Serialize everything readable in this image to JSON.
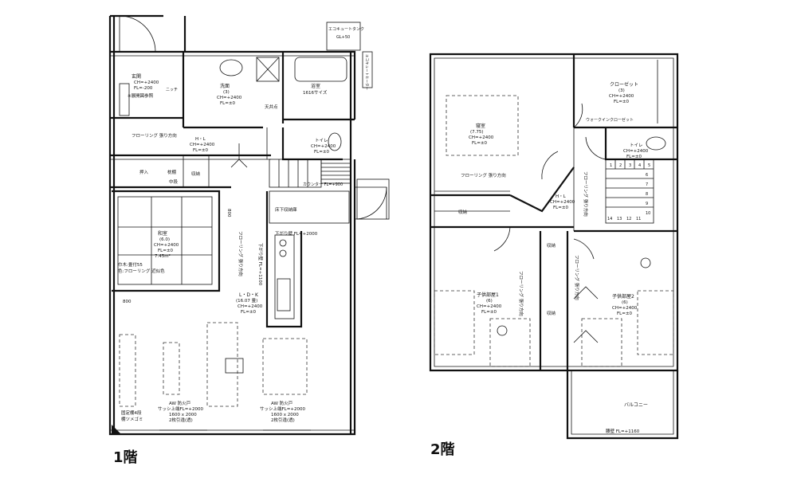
{
  "floor1": {
    "title": "1階",
    "rooms": {
      "entrance": {
        "name": "玄関",
        "l1": "CH=+2400",
        "l2": "FL=-200",
        "l3": "※展開図参照"
      },
      "niche": "ニッチ",
      "washroom": {
        "name": "洗面",
        "l1": "(3)",
        "l2": "CH=+2400",
        "l3": "FL=±0"
      },
      "bathroom": {
        "name": "浴室",
        "l1": "1616サイズ"
      },
      "bath_ceiling": "天井点",
      "hall": {
        "name": "H・L",
        "l1": "CH=+2400",
        "l2": "FL=±0"
      },
      "toilet": {
        "name": "トイレ",
        "l1": "CH=+2400",
        "l2": "FL=±0"
      },
      "flooring_dir": "フローリング 張り方向",
      "storage_top": "収納",
      "oshiire": "押入",
      "makura": "枕棚",
      "nakadana": "中段",
      "counter": "カウンター FL=+900",
      "understair": "床下収納庫",
      "downwall": "下がり壁 FL=+2000",
      "washitsu": {
        "name": "和室",
        "l1": "(6.0)",
        "l2": "CH=+2400",
        "l3": "FL=±0",
        "l4": "7.45m²"
      },
      "washitsu_note1": "巾木:畳付55",
      "washitsu_note2": "色:フローリング 近似色",
      "dim800a": "800",
      "dim800b": "800",
      "ldk_flooring": "フローリング 張り方向",
      "ldk_downwall": "下がり壁 FL=+1100",
      "ldk": {
        "name": "L・D・K",
        "l1": "(16.07 畳)",
        "l2": "CH=+2400",
        "l3": "FL=±0"
      },
      "sash1": {
        "l1": "AW 防火戸",
        "l2": "サッシ上端FL=+2000",
        "l3": "1600 x 2000",
        "l4": "2枚引違(透)"
      },
      "sash2": {
        "l1": "AW 防火戸",
        "l2": "サッシ上端FL=+2000",
        "l3": "1600 x 2000",
        "l4": "2枚引違(透)"
      },
      "corner_note1": "固定棚4段",
      "corner_note2": "棚ツメゴミ",
      "outdoor_top": "エコキュートタンク",
      "outdoor_top2": "GL+50",
      "side_label": "エコキュートヒーター"
    }
  },
  "floor2": {
    "title": "2階",
    "rooms": {
      "bedroom": {
        "name": "寝室",
        "l1": "(7.75)",
        "l2": "CH=+2400",
        "l3": "FL=±0"
      },
      "bedroom_flooring": "フローリング 張り方向",
      "closet": {
        "name": "クローゼット",
        "l1": "(3)",
        "l2": "CH=+2400",
        "l3": "FL=±0"
      },
      "walkin": "ウォークインクローゼット",
      "toilet": {
        "name": "トイレ",
        "l1": "CH=+2400",
        "l2": "FL=±0"
      },
      "hall": {
        "name": "H・L",
        "l1": "CH=+2400",
        "l2": "FL=±0"
      },
      "hall_flooring": "フローリング 張り方向",
      "storage_a": "収納",
      "storage_b": "収納",
      "storage_c": "収納",
      "child1": {
        "name": "子供部屋1",
        "l1": "(6)",
        "l2": "CH=+2400",
        "l3": "FL=±0"
      },
      "child1_flooring": "フローリング 張り方向",
      "child2": {
        "name": "子供部屋2",
        "l1": "(6)",
        "l2": "CH=+2400",
        "l3": "FL=±0"
      },
      "child2_flooring": "フローリング 張り方向",
      "balcony": "バルコニー",
      "balcony_wall": "腰壁 FL=+1160",
      "stairs": [
        "1",
        "2",
        "3",
        "4",
        "5",
        "6",
        "7",
        "8",
        "9",
        "10",
        "11",
        "12",
        "13",
        "14"
      ]
    }
  }
}
